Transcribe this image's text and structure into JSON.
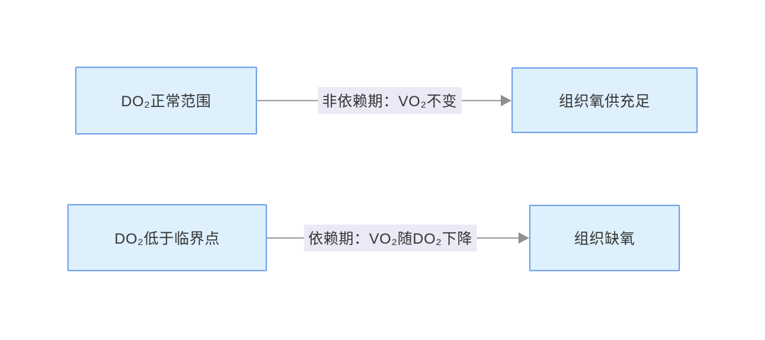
{
  "diagram": {
    "title": "DO2-VO2 relationship flow diagram",
    "colors": {
      "bg": "#ffffff",
      "node_fill": "#ddf0fc",
      "node_border": "#7aa7ea",
      "edge_color": "#a5a5a5",
      "arrow_color": "#8f8f8f",
      "label_bg": "#ece9f6",
      "text_color": "#333333"
    },
    "rows": [
      {
        "source": "DO₂正常范围",
        "edge_label": "非依赖期：VO₂不变",
        "target": "组织氧供充足"
      },
      {
        "source": "DO₂低于临界点",
        "edge_label": "依赖期：VO₂随DO₂下降",
        "target": "组织缺氧"
      }
    ]
  }
}
